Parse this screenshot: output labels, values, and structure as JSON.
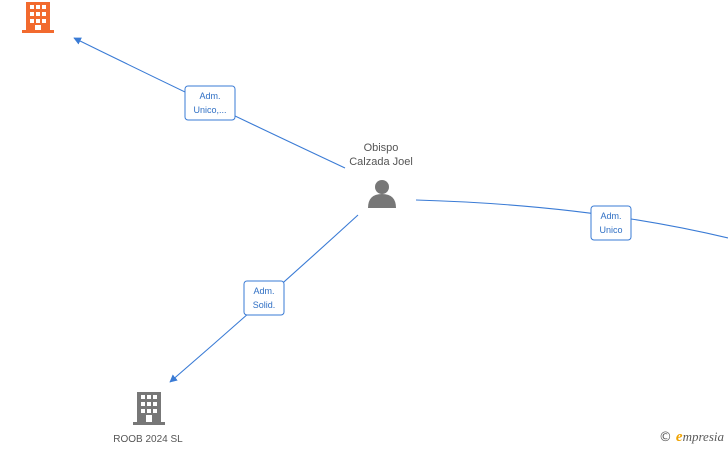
{
  "nodes": {
    "top_left_company": {
      "label": "",
      "color": "#f26a2e"
    },
    "person": {
      "label_line1": "Obispo",
      "label_line2": "Calzada Joel",
      "color": "#777777"
    },
    "bottom_company": {
      "label": "ROOB 2024  SL",
      "color": "#777777"
    }
  },
  "edges": {
    "to_top_left": {
      "line1": "Adm.",
      "line2": "Unico,..."
    },
    "to_right": {
      "line1": "Adm.",
      "line2": "Unico"
    },
    "to_bottom": {
      "line1": "Adm.",
      "line2": "Solid."
    }
  },
  "colors": {
    "edge": "#3a7bd5",
    "highlight_company": "#f26a2e",
    "neutral_node": "#777777"
  },
  "watermark": {
    "copyright_symbol": "©",
    "brand_first": "e",
    "brand_rest": "mpresia"
  }
}
